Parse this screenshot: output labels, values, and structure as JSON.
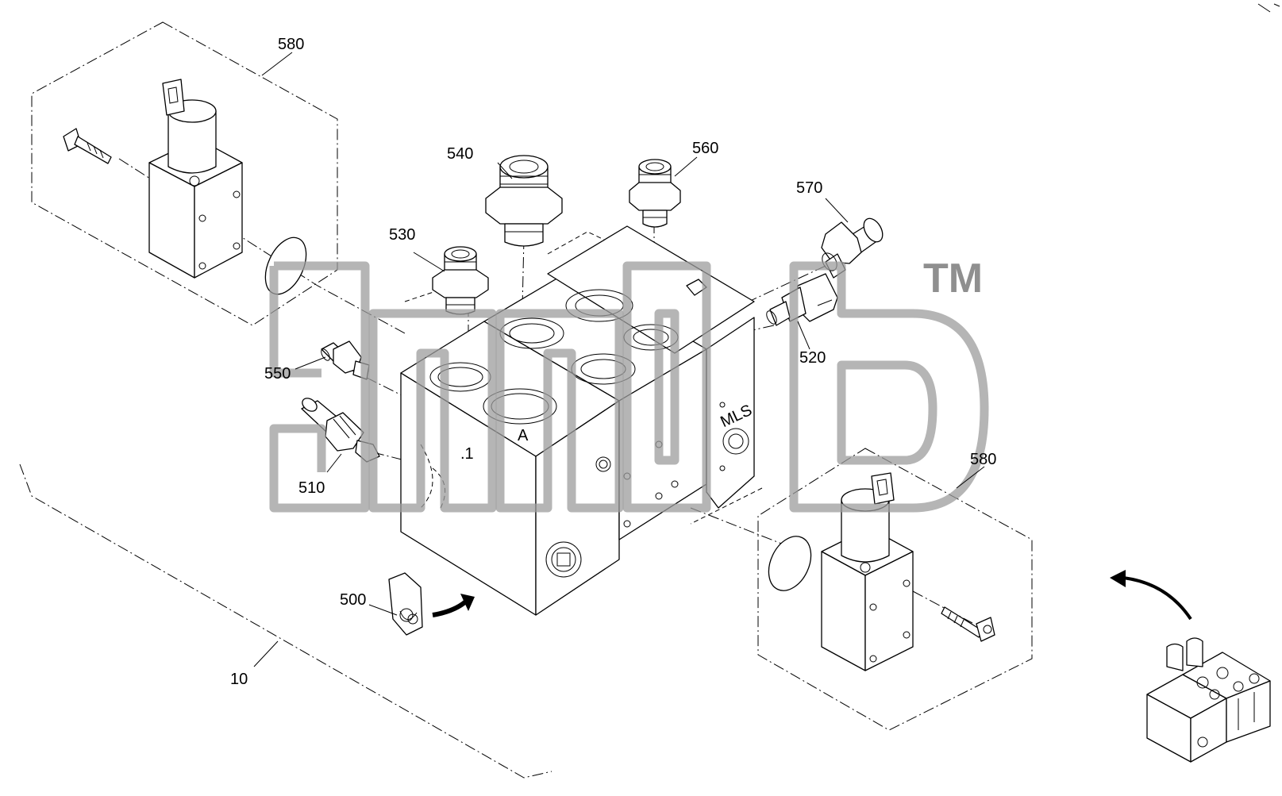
{
  "callouts": {
    "c580_top": "580",
    "c540": "540",
    "c560": "560",
    "c570": "570",
    "c530": "530",
    "c550": "550",
    "c520": "520",
    "c510": "510",
    "c580_right": "580",
    "c500": "500",
    "c10": "10"
  },
  "body_marks": {
    "port_mls": "MLS"
  },
  "watermark": {
    "trademark": "TM"
  },
  "colors": {
    "line": "#000000",
    "watermark": "#9c9c9c"
  }
}
